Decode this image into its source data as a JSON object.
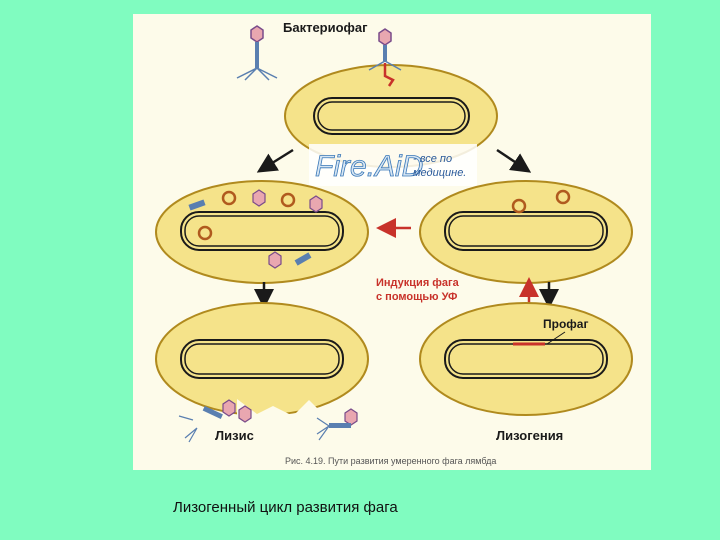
{
  "colors": {
    "slide_bg": "#80fcc0",
    "panel_bg": "#fdfbea",
    "cell_fill": "#f5e38a",
    "cell_stroke": "#b08a1e",
    "dna": "#1a1a1a",
    "arrow_red": "#c8322a",
    "phage": "#5a7fb0"
  },
  "labels": {
    "bacteriophage": "Бактериофаг",
    "watermark_brand": "Fire.AiD",
    "watermark_tag_1": "- все по",
    "watermark_tag_2": "медицине.",
    "induction_1": "Индукция фага",
    "induction_2": "с помощью УФ",
    "prophage": "Профаг",
    "lysis": "Лизис",
    "lysogeny": "Лизогения",
    "figure_caption": "Рис. 4.19. Пути развития умеренного фага лямбда"
  },
  "slide": {
    "caption": "Лизогенный цикл развития фага"
  }
}
